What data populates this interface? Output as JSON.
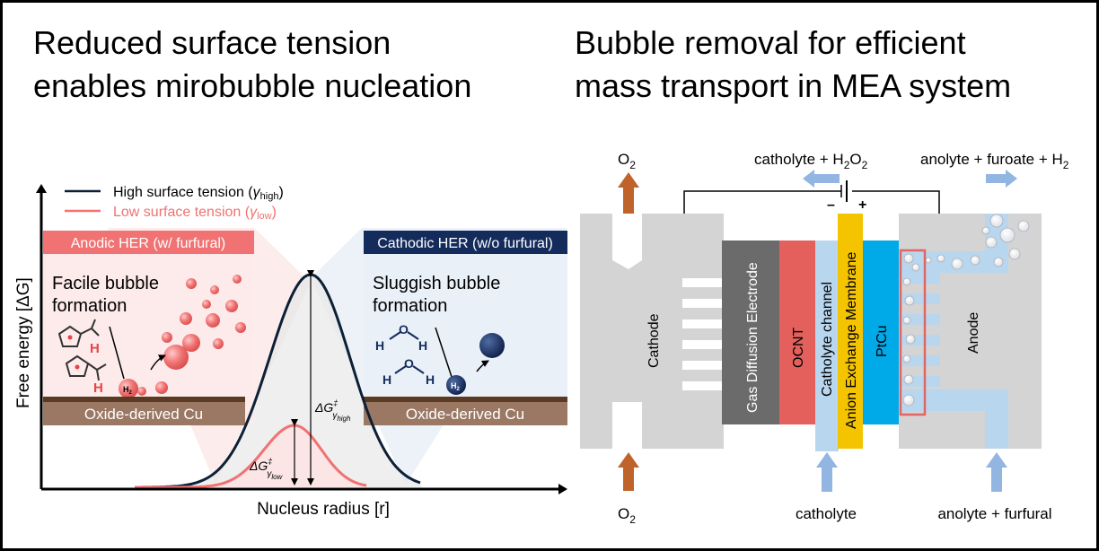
{
  "left_panel": {
    "title_line1": "Reduced surface tension",
    "title_line2": "enables mirobubble nucleation",
    "legend": {
      "high": "High surface tension (",
      "low": "Low surface tension (",
      "gamma": "γ",
      "high_sub": "high",
      "low_sub": "low",
      "close": ")",
      "high_color": "#0d2036",
      "low_color": "#f07272"
    },
    "y_axis_label": "Free energy [ΔG]",
    "x_axis_label": "Nucleus radius [r]",
    "anodic": {
      "header": "Anodic HER (w/ furfural)",
      "line1": "Facile bubble",
      "line2": "formation",
      "h_label": "H",
      "h2_label": "H",
      "h2_sub": "2",
      "substrate": "Oxide-derived Cu",
      "header_color": "#f07272"
    },
    "cathodic": {
      "header": "Cathodic HER (w/o furfural)",
      "line1": "Sluggish bubble",
      "line2": "formation",
      "h_label": "H",
      "o_label": "O",
      "h2_label": "H",
      "h2_sub": "2",
      "substrate": "Oxide-derived Cu",
      "header_color": "#142c5c"
    },
    "barrier_high": {
      "delta": "ΔG",
      "dagger": "‡",
      "gamma": "γ",
      "sub": "high"
    },
    "barrier_low": {
      "delta": "ΔG",
      "dagger": "‡",
      "gamma": "γ",
      "sub": "low"
    }
  },
  "right_panel": {
    "title_line1": "Bubble removal for efficient",
    "title_line2": "mass transport in MEA system",
    "labels": {
      "o2_top": "O",
      "o2_top_sub": "2",
      "o2_bottom": "O",
      "o2_bottom_sub": "2",
      "catholyte_out": "catholyte + H",
      "catholyte_out_sub1": "2",
      "catholyte_out_mid": "O",
      "catholyte_out_sub2": "2",
      "anolyte_out": "anolyte + furoate + H",
      "anolyte_out_sub": "2",
      "catholyte_in": "catholyte",
      "anolyte_in": "anolyte + furfural",
      "minus": "–",
      "plus": "+"
    },
    "layers": {
      "cathode": "Cathode",
      "gde": "Gas Diffusion Electrode",
      "ocnt": "OCNT",
      "catholyte_channel": "Catholyte channel",
      "aem": "Anion Exchange Membrane",
      "ptcu": "PtCu",
      "anode": "Anode"
    },
    "colors": {
      "plate": "#d4d4d4",
      "gde": "#6b6b6b",
      "ocnt": "#e3605d",
      "channel": "#b9d6ef",
      "aem": "#f5c400",
      "ptcu": "#00a9e8",
      "o2_arrow": "#c0632a",
      "flow_arrow": "#92b5e2"
    }
  }
}
